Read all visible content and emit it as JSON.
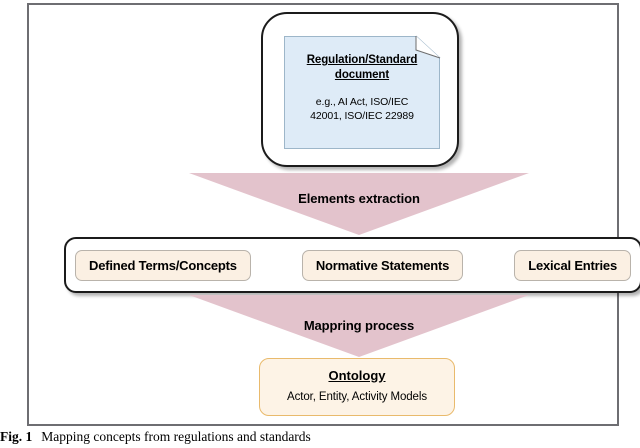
{
  "figure": {
    "caption_label": "Fig. 1",
    "caption_text": "Mapping concepts from regulations and standards"
  },
  "colors": {
    "arrow_pink": "#e3c3cc",
    "document_blue": "#deebf7",
    "element_cream": "#fbf0e3",
    "ontology_fill": "#fdf3e6",
    "ontology_border": "#e9ba6c",
    "node_border": "#1b1b1b",
    "frame_border": "#6e6e72"
  },
  "source_node": {
    "icon": "document-icon",
    "title": "Regulation/Standard document",
    "title_line_1": "Regulation/Standard",
    "title_line_2": "document",
    "subtitle_line_1": "e.g., AI Act, ISO/IEC",
    "subtitle_line_2": "42001, ISO/IEC 22989"
  },
  "arrows": [
    {
      "label": "Elements extraction",
      "direction": "down",
      "icon": "down-arrow-icon"
    },
    {
      "label": "Mappring process",
      "direction": "down",
      "icon": "down-arrow-icon"
    }
  ],
  "elements_row": {
    "items": [
      {
        "label": "Defined Terms/Concepts"
      },
      {
        "label": "Normative Statements"
      },
      {
        "label": "Lexical Entries"
      }
    ]
  },
  "ontology_node": {
    "title": "Ontology",
    "subtitle": "Actor, Entity, Activity Models"
  }
}
